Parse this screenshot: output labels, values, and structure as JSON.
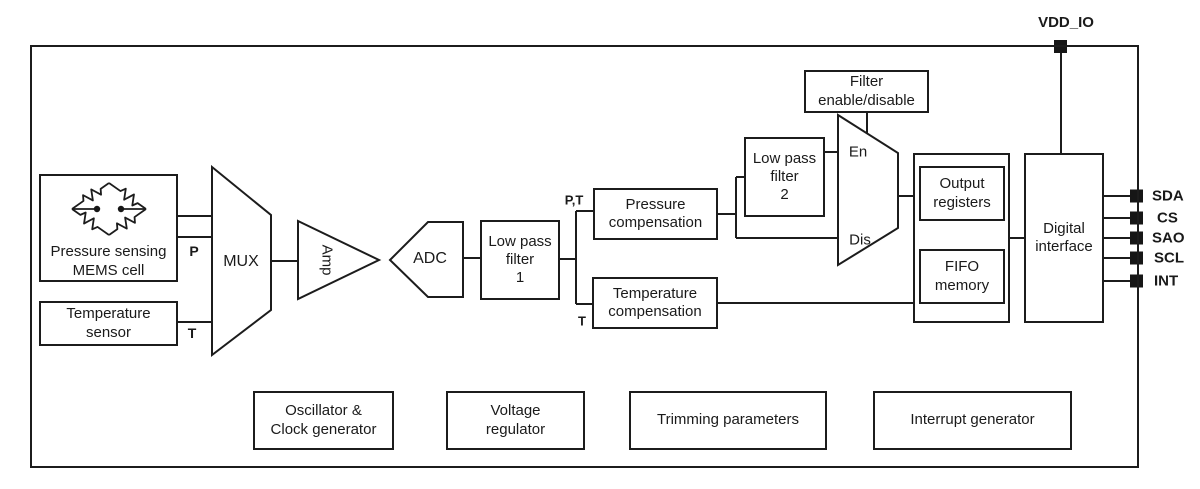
{
  "diagram": {
    "power_pin_label": "VDD_IO",
    "blocks": {
      "mems_cell": "Pressure sensing\nMEMS cell",
      "temperature_sensor": "Temperature\nsensor",
      "mux": "MUX",
      "amp": "Amp",
      "adc": "ADC",
      "low_pass_filter_1": "Low pass\nfilter\n1",
      "pressure_compensation": "Pressure\ncompensation",
      "temperature_compensation": "Temperature\ncompensation",
      "low_pass_filter_2": "Low pass\nfilter\n2",
      "filter_enable_disable": "Filter\nenable/disable",
      "output_registers": "Output\nregisters",
      "fifo_memory": "FIFO\nmemory",
      "digital_interface": "Digital\ninterface",
      "oscillator_clock_generator": "Oscillator &\nClock generator",
      "voltage_regulator": "Voltage\nregulator",
      "trimming_parameters": "Trimming parameters",
      "interrupt_generator": "Interrupt generator"
    },
    "selector": {
      "enable": "En",
      "disable": "Dis"
    },
    "signal_labels": {
      "pressure": "P",
      "temperature": "T",
      "pressure_temperature": "P,T",
      "temperature_2": "T"
    },
    "pins": [
      "SDA",
      "CS",
      "SAO",
      "SCL",
      "INT"
    ],
    "colors": {
      "line": "#1c1c1c",
      "text": "#1a1a1a",
      "background": "#ffffff"
    }
  }
}
